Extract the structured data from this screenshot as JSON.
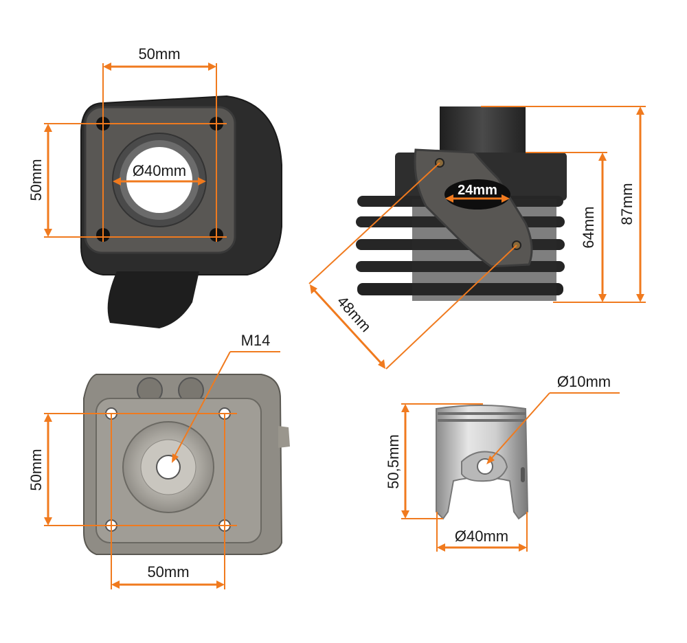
{
  "views": {
    "cylinder_top": {
      "width_label": "50mm",
      "height_label": "50mm",
      "bore_label": "Ø40mm"
    },
    "cylinder_side": {
      "port_label": "24mm",
      "height_total_label": "87mm",
      "height_body_label": "64mm",
      "hole_spacing_label": "48mm"
    },
    "cylinder_head": {
      "thread_label": "M14",
      "height_label": "50mm",
      "width_label": "50mm"
    },
    "piston": {
      "pin_label": "Ø10mm",
      "height_label": "50,5mm",
      "diameter_label": "Ø40mm"
    }
  },
  "colors": {
    "dimension": "#f07a1e",
    "cast_iron": "#2e2e2e",
    "aluminium": "#b9b6ae"
  }
}
